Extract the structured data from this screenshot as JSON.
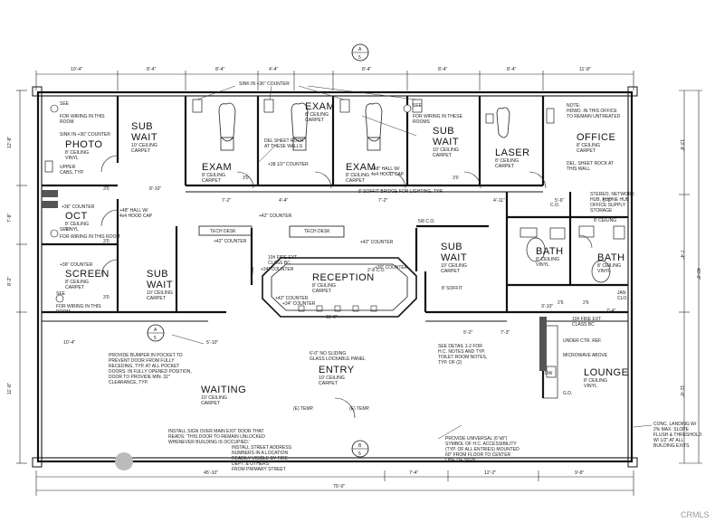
{
  "rooms": {
    "photo": {
      "title": "PHOTO",
      "sub": [
        "8' CEILING",
        "VINYL"
      ]
    },
    "oct": {
      "title": "OCT",
      "sub": [
        "8' CEILING",
        "VINYL"
      ]
    },
    "screen": {
      "title": "SCREEN",
      "sub": [
        "8' CEILING",
        "CARPET"
      ]
    },
    "sub_wait_1": {
      "title": "SUB",
      "title2": "WAIT",
      "sub": [
        "10' CEILING",
        "CARPET"
      ]
    },
    "sub_wait_2": {
      "title": "SUB",
      "title2": "WAIT",
      "sub": [
        "10' CEILING",
        "CARPET"
      ]
    },
    "exam_1": {
      "title": "EXAM",
      "sub": [
        "8' CEILING",
        "CARPET"
      ]
    },
    "exam_2": {
      "title": "EXAM",
      "sub": [
        "8' CEILING",
        "CARPET"
      ]
    },
    "exam_3": {
      "title": "EXAM",
      "sub": [
        "8' CEILING",
        "CARPET"
      ]
    },
    "sub_wait_3": {
      "title": "SUB",
      "title2": "WAIT",
      "sub": [
        "10' CEILING",
        "CARPET"
      ]
    },
    "laser": {
      "title": "LASER",
      "sub": [
        "8' CEILING",
        "CARPET"
      ]
    },
    "office": {
      "title": "OFFICE",
      "sub": [
        "8' CEILING",
        "CARPET"
      ]
    },
    "sub_wait_4": {
      "title": "SUB",
      "title2": "WAIT",
      "sub": [
        "10' CEILING",
        "CARPET"
      ]
    },
    "reception": {
      "title": "RECEPTION",
      "sub": [
        "8' CEILING",
        "CARPET"
      ]
    },
    "bath_1": {
      "title": "BATH",
      "sub": [
        "8' CEILING",
        "VINYL"
      ]
    },
    "bath_2": {
      "title": "BATH",
      "sub": [
        "8' CEILING",
        "VINYL"
      ]
    },
    "entry": {
      "title": "ENTRY",
      "sub": [
        "10' CEILING",
        "CARPET"
      ]
    },
    "waiting": {
      "title": "WAITING",
      "sub": [
        "10' CEILING",
        "CARPET"
      ]
    },
    "lounge": {
      "title": "LOUNGE",
      "sub": [
        "8' CEILING",
        "VINYL"
      ]
    }
  },
  "notes": {
    "see_wiring_1": [
      "SEE",
      "FOR WIRING IN THIS",
      "ROOM"
    ],
    "sink_36_left": "SINK IN +36\" COUNTER",
    "upper_cabs": [
      "UPPER",
      "CABS, TYP."
    ],
    "counter_36_a": "+36\" COUNTER",
    "see_wiring_2": [
      "SEE",
      "FOR WIRING IN THIS ROOM"
    ],
    "counter_36_b": "+36\" COUNTER",
    "see_wiring_3": [
      "SEE",
      "FOR WIRING IN THIS",
      "ROOM"
    ],
    "sink_36_top": "SINK IN +36\" COUNTER",
    "del_sheet_rock": [
      "DEL SHEET ROCK",
      "AT THESE WALLS"
    ],
    "counter_38": "+38 1/2\" COUNTER",
    "hall_48": [
      "+48\" HALL W/",
      "4x4 HOOD CAP"
    ],
    "hall_48_b": [
      "+48\" HALL W/",
      "4x4 HOOD CAP"
    ],
    "see_wiring_4": [
      "SEE",
      "FOR WIRING IN THESE",
      "ROOMS"
    ],
    "office_note": [
      "NOTE:",
      "HDWD. IN THIS OFFICE",
      "TO REMAIN UNTREATED"
    ],
    "del_sheet_office": [
      "DEL. SHEET ROCK AT",
      "THIS WALL"
    ],
    "soffit_bridge": "8' SOFFIT BRIDGE FOR LIGHTING, TYP.",
    "stereo": [
      "STEREO, NETWORK",
      "HUB, PHONE HUB",
      "OFFICE SUPPLY",
      "STORAGE"
    ],
    "ceiling_8": "8' CEILING",
    "tech_desk_1": "TECH DESK",
    "tech_desk_2": "TECH DESK",
    "counter_42_a": "+42\" COUNTER",
    "counter_42_b": "+42\" COUNTER",
    "counter_42_c": "+42\" COUNTER",
    "counter_34_a": "+34\" COUNTER",
    "counter_30": "+30\" COUNTER",
    "counter_42_d": "+42\" COUNTER",
    "counter_34_b": "+34\" COUNTER",
    "fire_ext_1": [
      "10# FIRE EXT.",
      "CLASS BC"
    ],
    "soffit_8": "8' SOFFIT",
    "fire_ext_2": [
      "10# FIRE EXT.",
      "CLASS BC"
    ],
    "under_ctr_ref": "UNDER CTR. REF.",
    "microwave": "MICROWAVE ABOVE",
    "jan_clo": [
      "JAN",
      "CLO."
    ],
    "bumper": [
      "PROVIDE BUMPER IN POCKET TO",
      "PREVENT DOOR FROM FULLY",
      "RECEDING, TYP. AT ALL POCKET",
      "DOORS. IN FULLY OPENED POSITION,",
      "DOOR TO PROVIDE MIN. 32\"",
      "CLEARANCE, TYP."
    ],
    "sliding_glass": [
      "6'-0\" NO SLIDING",
      "GLASS LOCKABLE PANEL"
    ],
    "hc_notes": [
      "SEE DETAIL 1-2 FOR",
      "H.C. NOTES AND TYP.",
      "TOILET ROOM NOTES,",
      "TYP. OF (2)"
    ],
    "exit_sign": [
      "INSTALL SIGN OVER MAIN EXIT DOOR THAT",
      "READS: 'THIS DOOR TO REMAIN UNLOCKED",
      "WHENEVER BUILDING IS OCCUPIED.'"
    ],
    "street_address": [
      "INSTALL STREET ADDRESS",
      "NUMBERS IN A LOCATION",
      "READILY VISIBLE BY FIRE",
      "DEPT. & OTHERS",
      "FROM PRIMARY STREET"
    ],
    "hc_symbol": [
      "PROVIDE UNIVERSAL (6\"x8\")",
      "SYMBOL OF H.C. ACCESSIBILITY",
      "(TYP. OF ALL ENTRIES) MOUNTED",
      "60\" FROM FLOOR TO CENTER",
      "LINE OF SIGN"
    ],
    "landing": [
      "CONC. LANDING W/",
      "2% MAX. SLOPE",
      "FLUSH & THRESHOLD",
      "W/ 1/2\" AT ALL",
      "BUILDING EXITS"
    ],
    "temp_1": "(E) TEMP.",
    "temp_2": "(E) TEMP.",
    "dw": "DW",
    "gd": "G.D."
  },
  "dims": {
    "top": [
      "10'-4\"",
      "8'-4\"",
      "8'-4\"",
      "4'-4\"",
      "8'-4\"",
      "8'-4\"",
      "8'-4\"",
      "11'-8\""
    ],
    "bottom_total": "75'-0\"",
    "bottom": [
      "45'-10\"",
      "7'-4\"",
      "12'-2\"",
      "9'-8\""
    ],
    "left": [
      "12'-8\"",
      "7'-8\"",
      "8'-2\"",
      "11'-8\""
    ],
    "right": [
      "13'-8\"",
      "7'-4\"",
      "11'-8\"",
      "40'-0\""
    ],
    "inner": [
      "10'-4\"",
      "5'-10\"",
      "8'-10\"",
      "7'-2\"",
      "4'-4\"",
      "7'-2\"",
      "4'-11\"",
      "5'-6\"",
      "6'-2\"",
      "11'-0\"",
      "5'-2\"",
      "7'-3\"",
      "3'-10\"",
      "7'-4\""
    ],
    "door_sizes": [
      "3'0",
      "3'0",
      "3'0",
      "3'0",
      "3'0",
      "2'6",
      "2'6"
    ],
    "sizes_small": [
      "5/8 C.O.",
      "2'-8 C.O.",
      "C.O."
    ]
  },
  "section_markers": [
    {
      "num": "A",
      "sheet": "5"
    },
    {
      "num": "A",
      "sheet": "5"
    },
    {
      "num": "B",
      "sheet": "5"
    }
  ],
  "watermark": "CRMLS"
}
